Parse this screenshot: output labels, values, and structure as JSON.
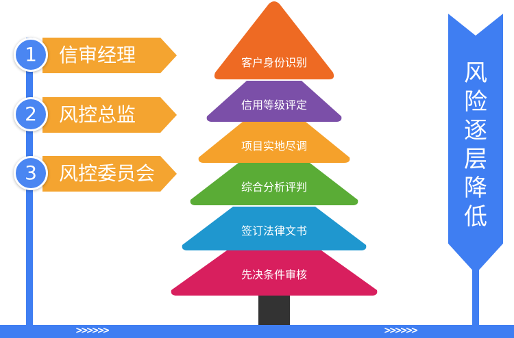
{
  "steps": [
    {
      "number": "1",
      "label": "信审经理"
    },
    {
      "number": "2",
      "label": "风控总监"
    },
    {
      "number": "3",
      "label": "风控委员会"
    }
  ],
  "tiers": [
    {
      "label": "客户身份识别",
      "color": "#ee6a23"
    },
    {
      "label": "信用等级评定",
      "color": "#7b4fa8"
    },
    {
      "label": "项目实地尽调",
      "color": "#f5a12b"
    },
    {
      "label": "综合分析评判",
      "color": "#5aac36"
    },
    {
      "label": "签订法律文书",
      "color": "#1f97cf"
    },
    {
      "label": "先决条件审核",
      "color": "#d81f5e"
    }
  ],
  "banner": {
    "text": "风险逐层降低",
    "chars": [
      "风",
      "险",
      "逐",
      "层",
      "降",
      "低"
    ],
    "color": "#3f7ef2"
  },
  "colors": {
    "step_tab": "#f4a430",
    "step_circle": "#4a86f2",
    "frame": "#3f7ef2",
    "trunk": "#333333"
  }
}
